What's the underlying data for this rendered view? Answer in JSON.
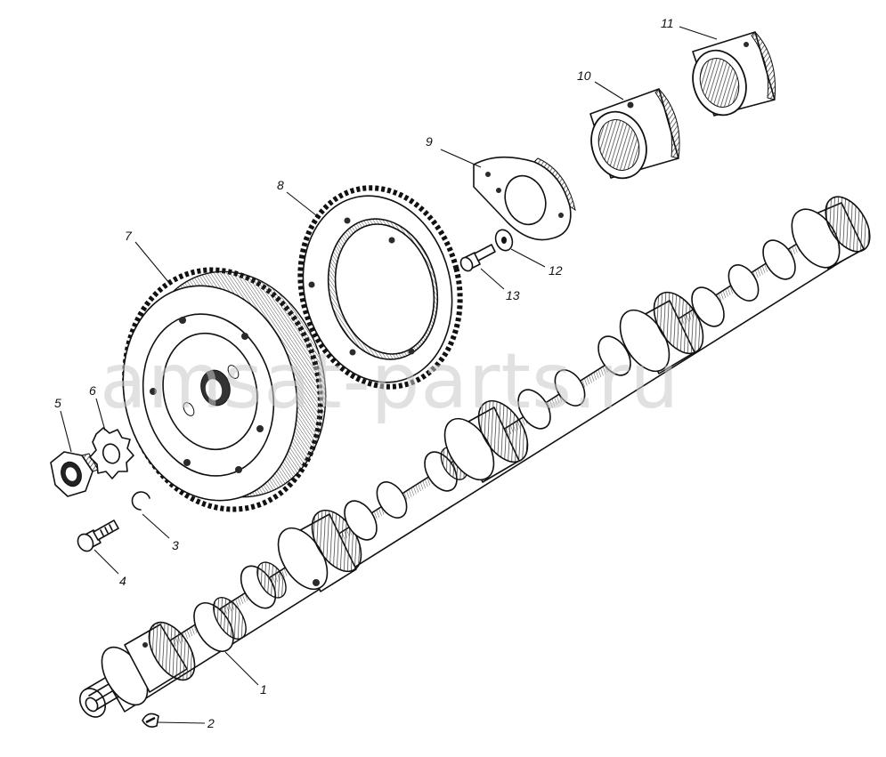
{
  "watermark": "amsat-parts.ru",
  "callouts": {
    "c1": "1",
    "c2": "2",
    "c3": "3",
    "c4": "4",
    "c5": "5",
    "c6": "6",
    "c7": "7",
    "c8": "8",
    "c9": "9",
    "c10": "10",
    "c11": "11",
    "c12": "12",
    "c13": "13"
  }
}
